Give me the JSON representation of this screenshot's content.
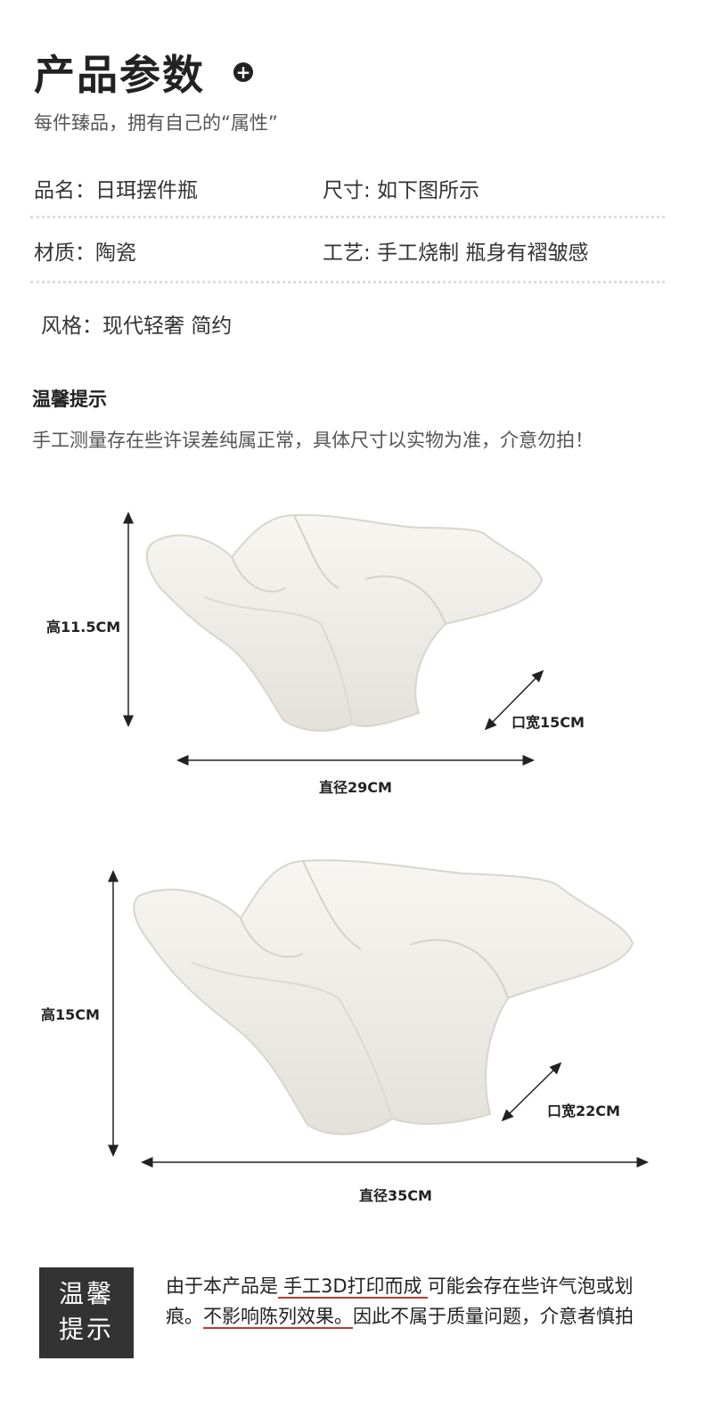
{
  "header": {
    "title": "产品参数",
    "subtitle": "每件臻品，拥有自己的“属性”"
  },
  "params": {
    "name": "品名：日珥摆件瓶",
    "size": "尺寸: 如下图所示",
    "material": "材质：陶瓷",
    "craft": "工艺: 手工烧制 瓶身有褶皱感",
    "style": "风格：现代轻奢 简约"
  },
  "tips": {
    "title": "温馨提示",
    "text": "手工测量存在些许误差纯属正常，具体尺寸以实物为准，介意勿拍！"
  },
  "products": [
    {
      "height": "高11.5CM",
      "mouth": "口宽15CM",
      "diameter": "直径29CM"
    },
    {
      "height": "高15CM",
      "mouth": "口宽22CM",
      "diameter": "直径35CM"
    }
  ],
  "notice": {
    "badge_line1": "温馨",
    "badge_line2": "提示",
    "part1": "由于本产品是",
    "highlight1": "手工3D打印而成",
    "part2": "可能会存在些许气泡或划痕。",
    "highlight2": "不影响陈列效果。",
    "part3": "因此不属于质量问题，介意者慎拍"
  },
  "colors": {
    "accent_red": "#c0392b",
    "badge_bg": "#333333",
    "vase": "#f2f0eb"
  }
}
